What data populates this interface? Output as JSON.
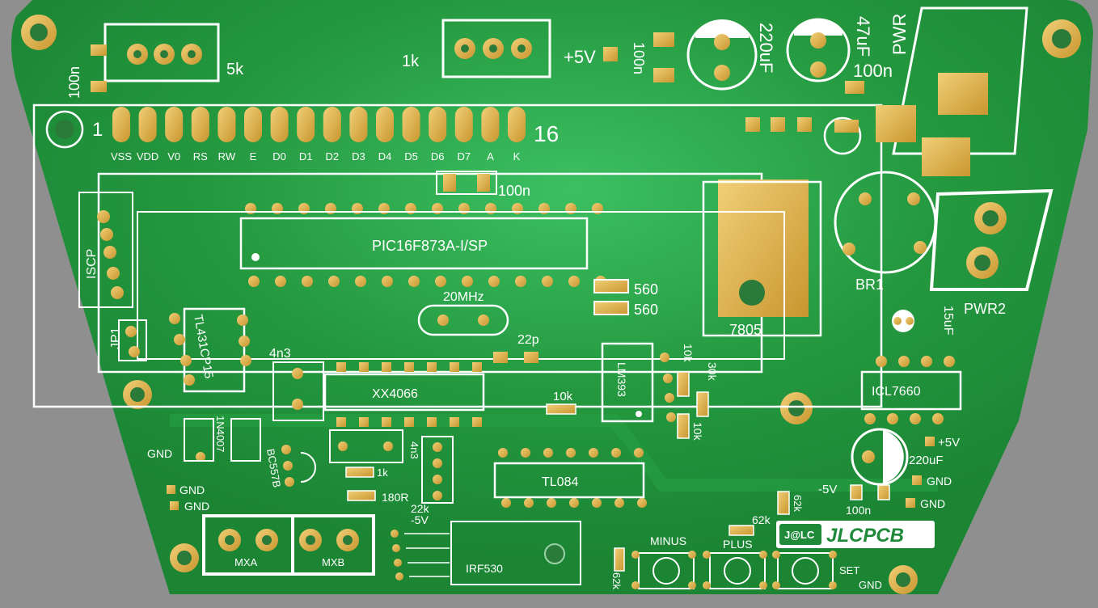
{
  "scene": {
    "colors": {
      "background": "#8f8f8f",
      "board": "#1f8a3a",
      "board_glow": "#35b45a",
      "silkscreen": "#ffffff",
      "pad_gold": "#d8ad4e",
      "hole": "#1a6b2d"
    }
  },
  "labels": {
    "c_100n_left": "100n",
    "pot_5k": "5k",
    "pot_1k": "1k",
    "plus5v_top": "+5V",
    "c_100n_top": "100n",
    "c_220uf_top": "220uF",
    "c_47uf": "47uF",
    "pwr": "PWR",
    "c_100n_right": "100n",
    "pin_1": "1",
    "pin_16": "16",
    "lcd_pins": [
      "VSS",
      "VDD",
      "V0",
      "RS",
      "RW",
      "E",
      "D0",
      "D1",
      "D2",
      "D3",
      "D4",
      "D5",
      "D6",
      "D7",
      "A",
      "K"
    ],
    "c_100n_mcu": "100n",
    "mcu": "PIC16F873A-I/SP",
    "r_560_a": "560",
    "r_560_b": "560",
    "xtal": "20MHz",
    "c_22p": "22p",
    "icsp": "ISCP",
    "jp1": "JP1",
    "tl431": "TL431CP15",
    "c_4n3_a": "4n3",
    "xx4066": "XX4066",
    "r_10k_a": "10k",
    "lm393": "LM393",
    "r_10k_b": "10k",
    "r_30k": "30k",
    "r_10k_c": "10k",
    "reg_7805": "7805",
    "br1": "BR1",
    "pwr2": "PWR2",
    "c_15uf": "15uF",
    "icl7660": "ICL7660",
    "plus5v_right": "+5V",
    "c_220uf_right": "220uF",
    "gnd_r1": "GND",
    "minus5v_right": "-5V",
    "c_100n_lower": "100n",
    "gnd_r2": "GND",
    "r_62k_a": "62k",
    "r_62k_b": "62k",
    "gnd_l1": "GND",
    "gnd_l2": "GND",
    "gnd_l3": "GND",
    "d_1n4007": "1N4007",
    "bc557b": "BC557B",
    "c_4n3_b": "4n3",
    "r_1k": "1k",
    "r_180r": "180R",
    "r_22k": "22k",
    "minus5v_left": "-5V",
    "tl084": "TL084",
    "minus_btn": "MINUS",
    "plus_btn": "PLUS",
    "set_btn": "SET",
    "gnd_r3": "GND",
    "r_62k_c": "62k",
    "irf530": "IRF530",
    "mxa": "MXA",
    "mxb": "MXB",
    "logo_small": "J@LC",
    "logo_text": "JLCPCB"
  }
}
